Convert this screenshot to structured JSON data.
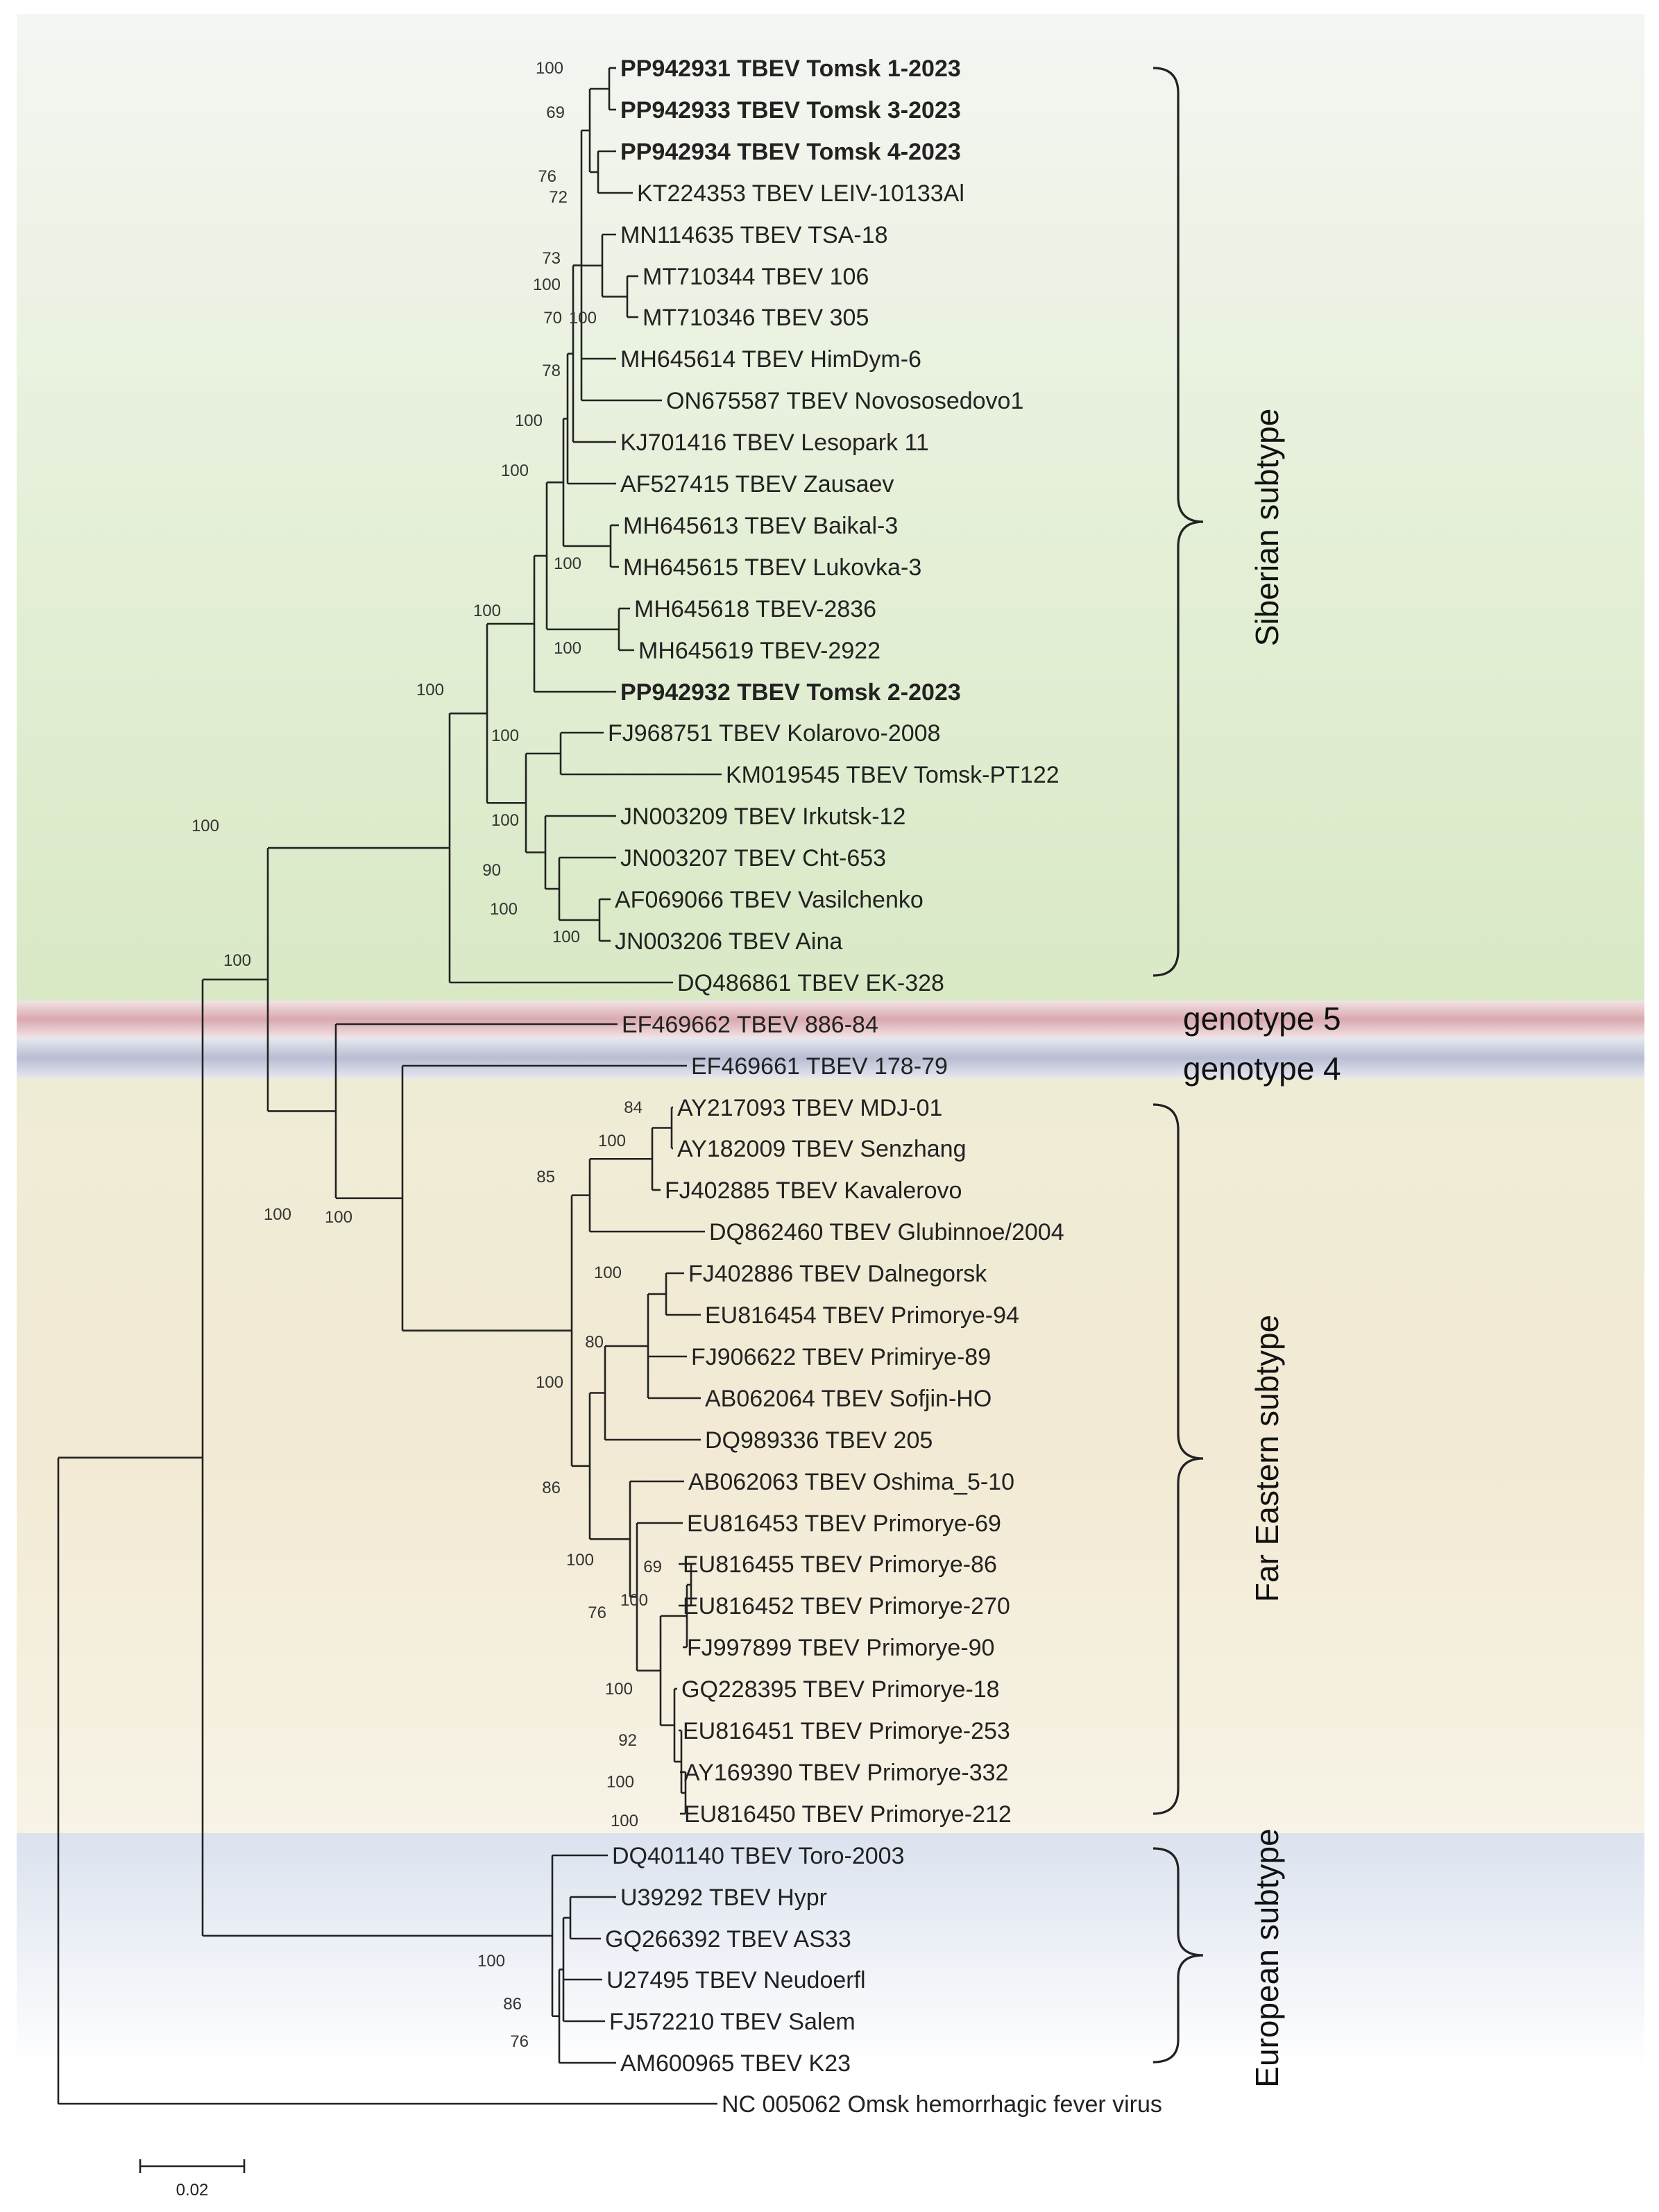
{
  "tips": [
    {
      "id": "t1",
      "label": "PP942931 TBEV Tomsk 1-2023",
      "bold": true
    },
    {
      "id": "t2",
      "label": "PP942933 TBEV Tomsk 3-2023",
      "bold": true
    },
    {
      "id": "t3",
      "label": "PP942934 TBEV Tomsk 4-2023",
      "bold": true
    },
    {
      "id": "t4",
      "label": "KT224353 TBEV LEIV-10133Al",
      "bold": false
    },
    {
      "id": "t5",
      "label": "MN114635 TBEV TSA-18",
      "bold": false
    },
    {
      "id": "t6",
      "label": "MT710344 TBEV 106",
      "bold": false
    },
    {
      "id": "t7",
      "label": "MT710346 TBEV 305",
      "bold": false
    },
    {
      "id": "t8",
      "label": "MH645614 TBEV HimDym-6",
      "bold": false
    },
    {
      "id": "t9",
      "label": "ON675587 TBEV Novososedovo1",
      "bold": false
    },
    {
      "id": "t10",
      "label": "KJ701416 TBEV Lesopark 11",
      "bold": false
    },
    {
      "id": "t11",
      "label": "AF527415 TBEV Zausaev",
      "bold": false
    },
    {
      "id": "t12",
      "label": "MH645613 TBEV Baikal-3",
      "bold": false
    },
    {
      "id": "t13",
      "label": "MH645615 TBEV Lukovka-3",
      "bold": false
    },
    {
      "id": "t14",
      "label": "MH645618 TBEV-2836",
      "bold": false
    },
    {
      "id": "t15",
      "label": "MH645619 TBEV-2922",
      "bold": false
    },
    {
      "id": "t16",
      "label": "PP942932 TBEV Tomsk 2-2023",
      "bold": true
    },
    {
      "id": "t17",
      "label": "FJ968751 TBEV Kolarovo-2008",
      "bold": false
    },
    {
      "id": "t18",
      "label": "KM019545 TBEV Tomsk-PT122",
      "bold": false
    },
    {
      "id": "t19",
      "label": "JN003209 TBEV Irkutsk-12",
      "bold": false
    },
    {
      "id": "t20",
      "label": "JN003207 TBEV Cht-653",
      "bold": false
    },
    {
      "id": "t21",
      "label": "AF069066 TBEV Vasilchenko",
      "bold": false
    },
    {
      "id": "t22",
      "label": "JN003206 TBEV Aina",
      "bold": false
    },
    {
      "id": "t23",
      "label": "DQ486861 TBEV EK-328",
      "bold": false
    },
    {
      "id": "t24",
      "label": "EF469662 TBEV 886-84",
      "bold": false
    },
    {
      "id": "t25",
      "label": "EF469661 TBEV 178-79",
      "bold": false
    },
    {
      "id": "t26",
      "label": "AY217093 TBEV MDJ-01",
      "bold": false
    },
    {
      "id": "t27",
      "label": "AY182009 TBEV Senzhang",
      "bold": false
    },
    {
      "id": "t28",
      "label": "FJ402885 TBEV Kavalerovo",
      "bold": false
    },
    {
      "id": "t29",
      "label": "DQ862460 TBEV Glubinnoe/2004",
      "bold": false
    },
    {
      "id": "t30",
      "label": "FJ402886 TBEV Dalnegorsk",
      "bold": false
    },
    {
      "id": "t31",
      "label": "EU816454 TBEV Primorye-94",
      "bold": false
    },
    {
      "id": "t32",
      "label": "FJ906622 TBEV Primirye-89",
      "bold": false
    },
    {
      "id": "t33",
      "label": "AB062064 TBEV Sofjin-HO",
      "bold": false
    },
    {
      "id": "t34",
      "label": "DQ989336 TBEV 205",
      "bold": false
    },
    {
      "id": "t35",
      "label": "AB062063 TBEV Oshima_5-10",
      "bold": false
    },
    {
      "id": "t36",
      "label": "EU816453 TBEV Primorye-69",
      "bold": false
    },
    {
      "id": "t37",
      "label": "EU816455 TBEV Primorye-86",
      "bold": false
    },
    {
      "id": "t38",
      "label": "EU816452 TBEV Primorye-270",
      "bold": false
    },
    {
      "id": "t39",
      "label": "FJ997899 TBEV Primorye-90",
      "bold": false
    },
    {
      "id": "t40",
      "label": "GQ228395 TBEV Primorye-18",
      "bold": false
    },
    {
      "id": "t41",
      "label": "EU816451 TBEV Primorye-253",
      "bold": false
    },
    {
      "id": "t42",
      "label": "AY169390 TBEV Primorye-332",
      "bold": false
    },
    {
      "id": "t43",
      "label": "EU816450 TBEV Primorye-212",
      "bold": false
    },
    {
      "id": "t44",
      "label": "DQ401140 TBEV Toro-2003",
      "bold": false
    },
    {
      "id": "t45",
      "label": "U39292 TBEV Hypr",
      "bold": false
    },
    {
      "id": "t46",
      "label": "GQ266392 TBEV AS33",
      "bold": false
    },
    {
      "id": "t47",
      "label": "U27495 TBEV Neudoerfl",
      "bold": false
    },
    {
      "id": "t48",
      "label": "FJ572210 TBEV Salem",
      "bold": false
    },
    {
      "id": "t49",
      "label": "AM600965 TBEV K23",
      "bold": false
    },
    {
      "id": "t50",
      "label": "NC 005062 Omsk hemorrhagic fever virus",
      "bold": false
    }
  ],
  "support_values": [
    "100",
    "69",
    "76",
    "72",
    "73",
    "100",
    "70",
    "100",
    "78",
    "100",
    "100",
    "100",
    "100",
    "100",
    "100",
    "100",
    "100",
    "90",
    "100",
    "100",
    "100",
    "100",
    "100",
    "84",
    "100",
    "85",
    "100",
    "100",
    "80",
    "100",
    "86",
    "100",
    "69",
    "100",
    "76",
    "100",
    "92",
    "100",
    "100",
    "100",
    "86",
    "76"
  ],
  "groups": {
    "siberian": "Siberian subtype",
    "genotype5": "genotype 5",
    "genotype4": "genotype 4",
    "far_eastern": "Far Eastern subtype",
    "european": "European subtype"
  },
  "scale_bar": {
    "label": "0.02"
  },
  "band_colors": {
    "siberian": "#dfeccd",
    "genotype5": "#d9a9ae",
    "genotype4": "#b9bdd3",
    "far_eastern": "#efe8cf",
    "european": "#d8dfec"
  }
}
